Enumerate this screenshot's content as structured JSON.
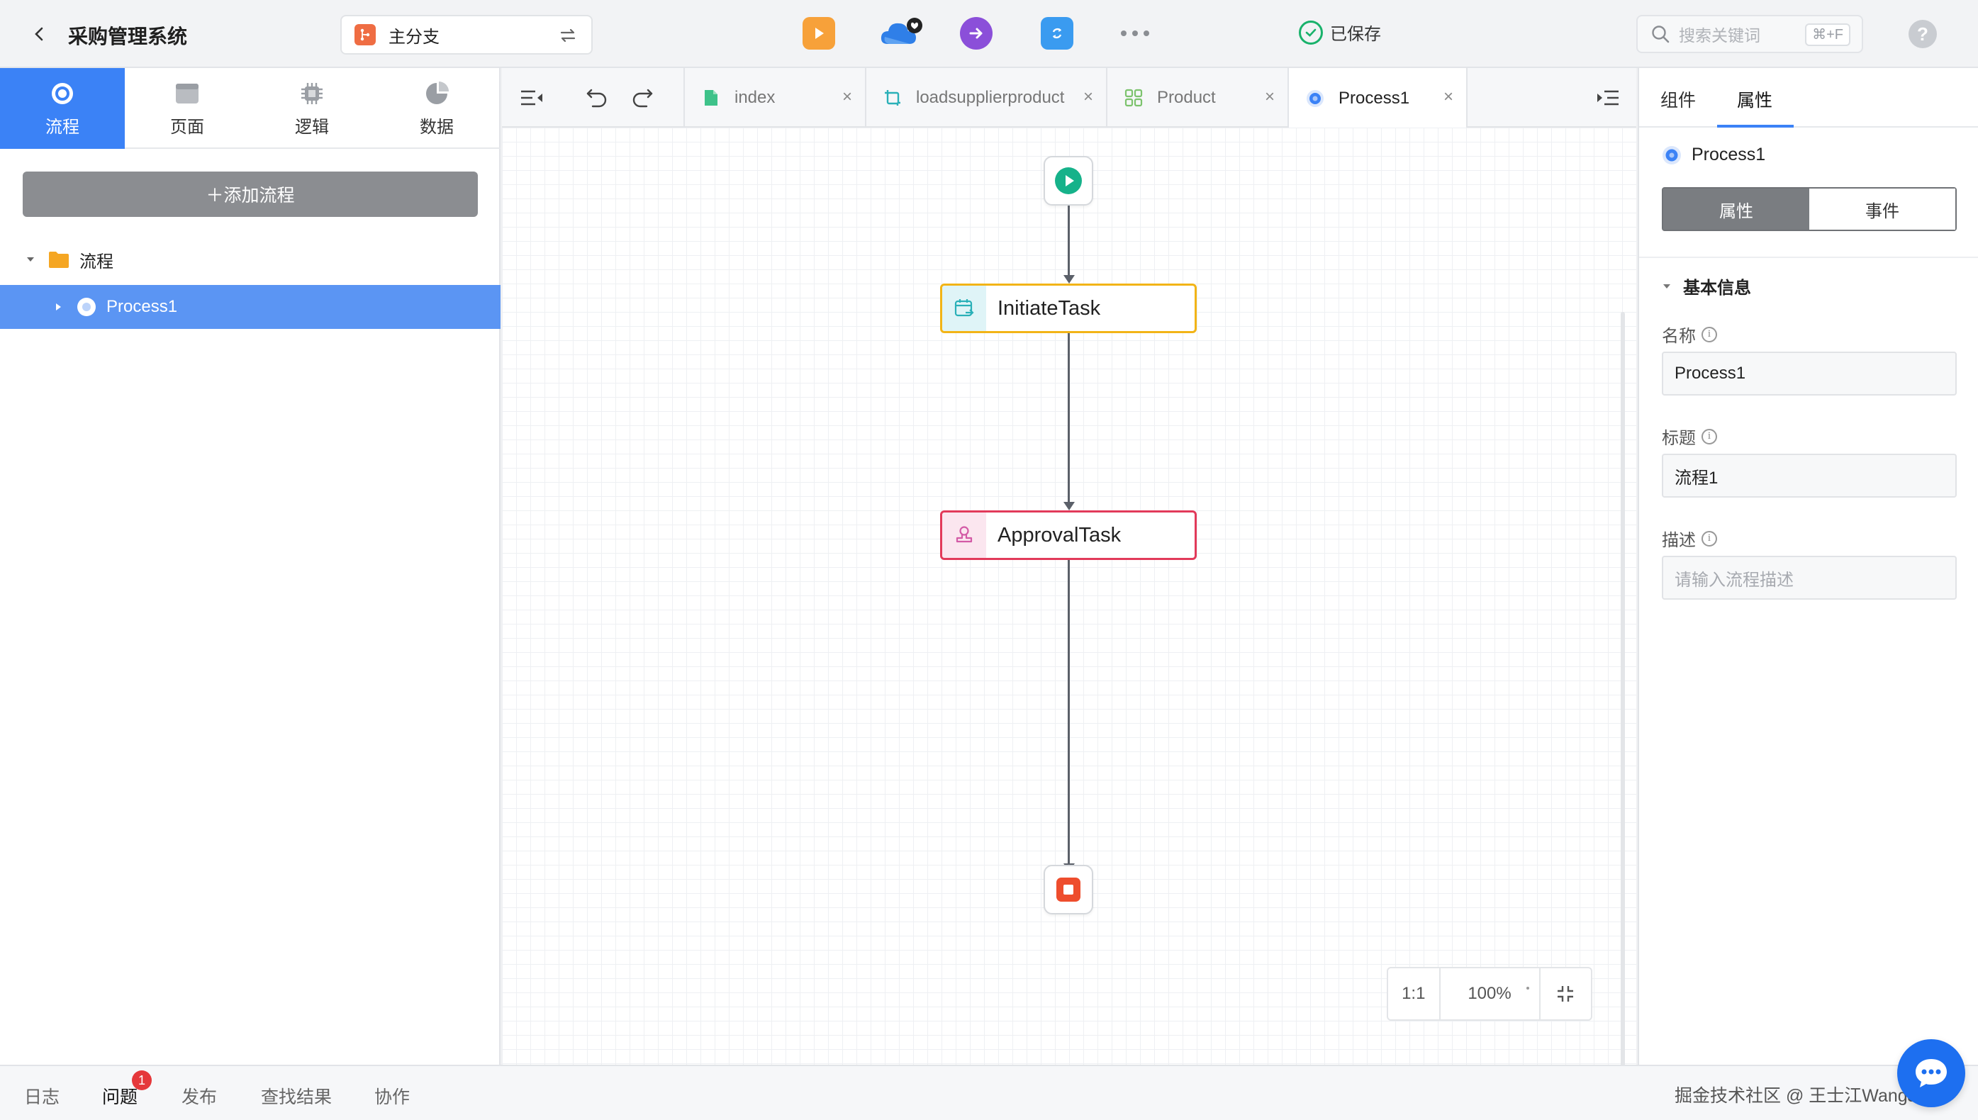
{
  "topbar": {
    "app_title": "采购管理系统",
    "branch_label": "主分支",
    "saved_status": "已保存",
    "search_placeholder": "搜索关键词",
    "search_shortcut": "⌘+F",
    "help_label": "?"
  },
  "left_panel": {
    "tabs": [
      {
        "label": "流程",
        "icon": "process-icon",
        "active": true
      },
      {
        "label": "页面",
        "icon": "page-icon",
        "active": false
      },
      {
        "label": "逻辑",
        "icon": "logic-chip-icon",
        "active": false
      },
      {
        "label": "数据",
        "icon": "pie-chart-icon",
        "active": false
      }
    ],
    "add_button": "＋添加流程",
    "tree": {
      "root_label": "流程",
      "child_label": "Process1"
    }
  },
  "editor": {
    "file_tabs": [
      {
        "label": "index",
        "icon": "page-file-icon",
        "active": false
      },
      {
        "label": "loadsupplierproduct",
        "icon": "logic-icon",
        "active": false
      },
      {
        "label": "Product",
        "icon": "entity-grid-icon",
        "active": false
      },
      {
        "label": "Process1",
        "icon": "process-dot-icon",
        "active": true
      }
    ],
    "close_glyph": "×",
    "nodes": {
      "initiate": "InitiateTask",
      "approval": "ApprovalTask"
    },
    "zoom": {
      "reset_label": "1:1",
      "level": "100%"
    }
  },
  "right_panel": {
    "tabs": [
      "组件",
      "属性"
    ],
    "active_tab": "属性",
    "component_name": "Process1",
    "segment": [
      "属性",
      "事件"
    ],
    "section_title": "基本信息",
    "fields": [
      {
        "label": "名称",
        "value": "Process1",
        "placeholder": ""
      },
      {
        "label": "标题",
        "value": "流程1",
        "placeholder": ""
      },
      {
        "label": "描述",
        "value": "",
        "placeholder": "请输入流程描述"
      }
    ]
  },
  "bottombar": {
    "tabs": [
      "日志",
      "问题",
      "发布",
      "查找结果",
      "协作"
    ],
    "active_tab": "问题",
    "problem_count": "1",
    "watermark": "掘金技术社区 @ 王士江WangJohn"
  },
  "colors": {
    "accent": "#3b82f6",
    "initiate_border": "#f2b417",
    "approval_border": "#e23a5a",
    "start_green": "#16b28a",
    "end_red": "#ee4d2d"
  }
}
